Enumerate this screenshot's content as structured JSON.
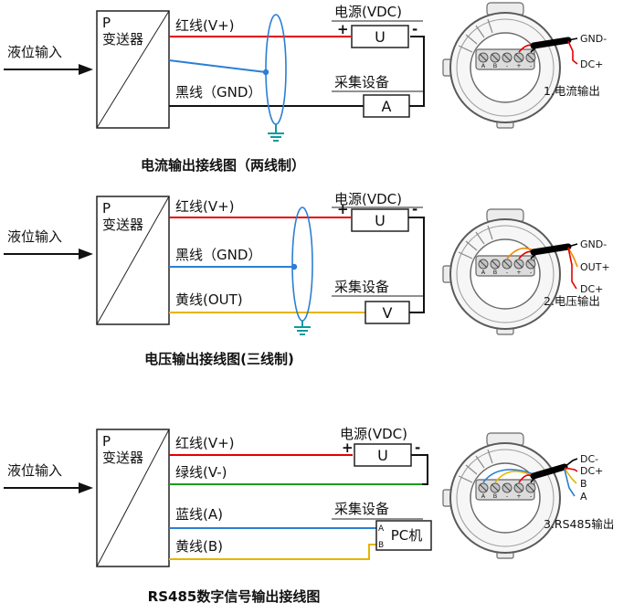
{
  "colors": {
    "red": "#e60000",
    "blue": "#2b7fd4",
    "green": "#18a018",
    "yellow": "#e6b400",
    "orange": "#f08a00",
    "ground": "#129a9a"
  },
  "sections": [
    {
      "input": "液位输入",
      "transmitter": {
        "p": "P",
        "name": "变送器"
      },
      "wires": {
        "red": "红线(V+)",
        "black": "黑线（GND）"
      },
      "power": {
        "label": "电源(VDC)",
        "plus": "+",
        "minus": "-",
        "unit": "U"
      },
      "collector": {
        "label": "采集设备",
        "unit": "A"
      },
      "caption": "电流输出接线图（两线制）",
      "device": {
        "terminals": [
          "A",
          "B",
          "-",
          "+",
          "-"
        ],
        "stubs": [
          "GND-",
          "DC+"
        ],
        "caption": "1.电流输出"
      }
    },
    {
      "input": "液位输入",
      "transmitter": {
        "p": "P",
        "name": "变送器"
      },
      "wires": {
        "red": "红线(V+)",
        "black": "黑线（GND）",
        "yellow": "黄线(OUT)"
      },
      "power": {
        "label": "电源(VDC)",
        "plus": "+",
        "minus": "-",
        "unit": "U"
      },
      "collector": {
        "label": "采集设备",
        "unit": "V"
      },
      "caption": "电压输出接线图(三线制)",
      "device": {
        "terminals": [
          "A",
          "B",
          "-",
          "+",
          "-"
        ],
        "stubs": [
          "GND-",
          "OUT+",
          "DC+"
        ],
        "caption": "2.电压输出"
      }
    },
    {
      "input": "液位输入",
      "transmitter": {
        "p": "P",
        "name": "变送器"
      },
      "wires": {
        "red": "红线(V+)",
        "green": "绿线(V-)",
        "blue": "蓝线(A)",
        "yellow": "黄线(B)"
      },
      "power": {
        "label": "电源(VDC)",
        "plus": "+",
        "minus": "-",
        "unit": "U"
      },
      "collector": {
        "label": "采集设备",
        "unit": "PC机",
        "port_a": "A",
        "port_b": "B"
      },
      "caption": "RS485数字信号输出接线图",
      "device": {
        "terminals": [
          "A",
          "B",
          "-",
          "+",
          "-"
        ],
        "stubs": [
          "DC-",
          "DC+",
          "B",
          "A"
        ],
        "caption": "3.RS485输出"
      }
    }
  ]
}
